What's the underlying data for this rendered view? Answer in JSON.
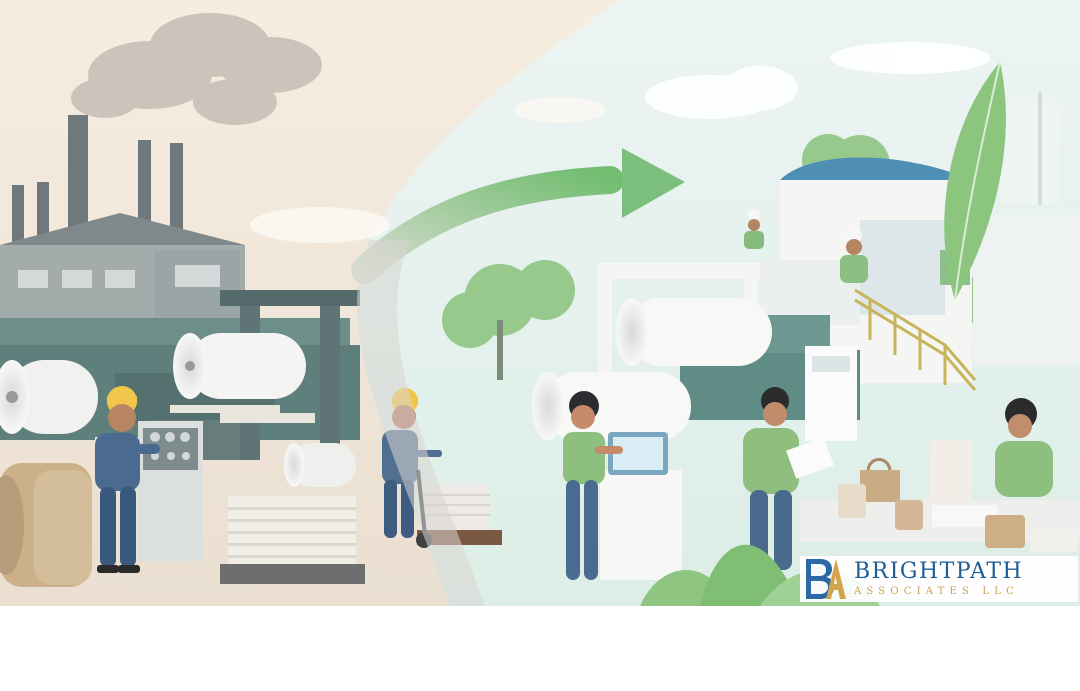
{
  "logo": {
    "name": "BRIGHTPATH",
    "subtitle": "ASSOCIATES LLC",
    "monogram": "BA",
    "colors": {
      "primary": "#1f5d95",
      "gold": "#caa24e"
    }
  },
  "palette": {
    "left_sky": "#f3e7d8",
    "right_sky": "#dfeef2",
    "path": "#d9d3cb",
    "arrow": "#7cbf7c",
    "factory_gray": "#8f9ca0",
    "paper_white": "#f4f4f2",
    "kraft": "#c9ad86",
    "worker_blue": "#4a6c8f",
    "worker_green": "#8dbf7f"
  },
  "scene": {
    "left": "polluting-paper-factory",
    "transition": "green-arrow",
    "right": "sustainable-paper-mill"
  }
}
